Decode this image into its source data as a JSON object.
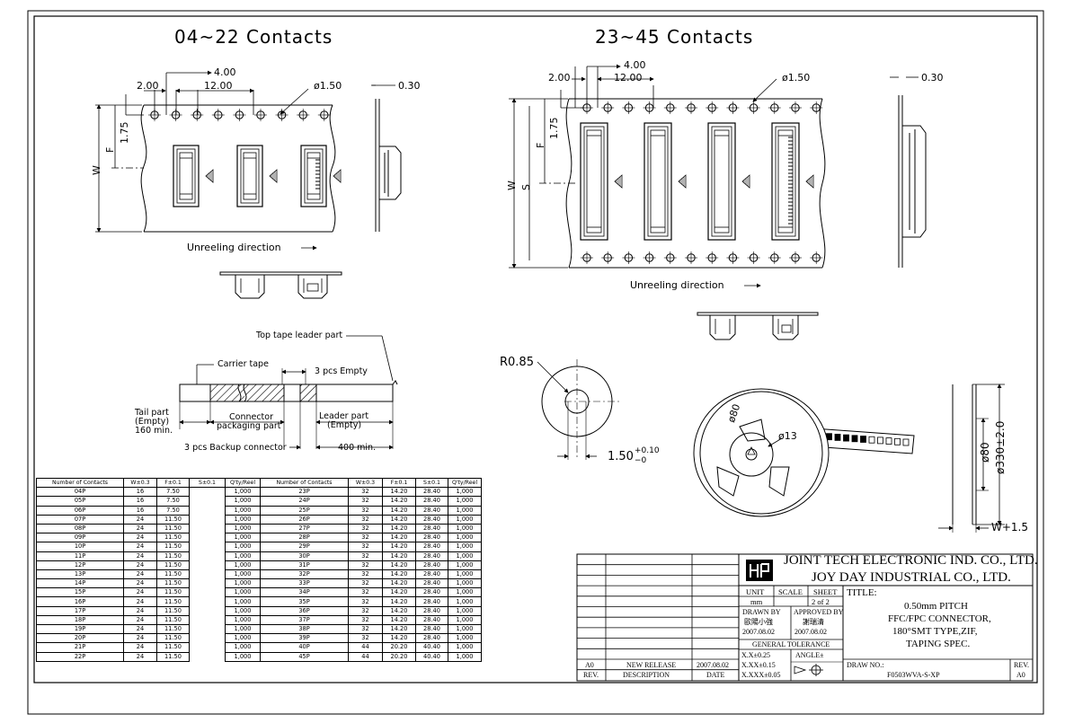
{
  "views": {
    "small": {
      "title": "04~22 Contacts",
      "dim_pitch_feed": "4.00",
      "dim_edge": "2.00",
      "dim_pocket_pitch": "12.00",
      "dim_hole": "ø1.50",
      "dim_thickness": "0.30",
      "dim_f_value": "1.75",
      "label_f": "F",
      "label_w": "W",
      "unreel_label": "Unreeling direction"
    },
    "large": {
      "title": "23~45 Contacts",
      "dim_pitch_feed": "4.00",
      "dim_edge": "2.00",
      "dim_pocket_pitch": "12.00",
      "dim_hole": "ø1.50",
      "dim_thickness": "0.30",
      "dim_f_value": "1.75",
      "label_f": "F",
      "label_w": "W",
      "label_s": "S",
      "unreel_label": "Unreeling direction"
    }
  },
  "leader": {
    "top_tape": "Top tape leader part",
    "carrier_tape": "Carrier tape",
    "empty_3": "3 pcs Empty",
    "tail_1": "Tail part",
    "tail_2": "(Empty)",
    "tail_3": "160 min.",
    "conn_1": "Connector",
    "conn_2": "packaging part",
    "leader_1": "Leader part",
    "leader_2": "(Empty)",
    "backup": "3 pcs Backup connector",
    "min400": "400 min."
  },
  "reel": {
    "hub_radius": "R0.85",
    "hub_dia": "1.50",
    "tol_plus": "+0.10",
    "tol_minus": "−0",
    "dia80": "ø80",
    "dia13": "ø13",
    "side_dia80": "ø80",
    "side_dia330": "ø330±2.0",
    "side_width": "W+1.5"
  },
  "table": {
    "headers": [
      "Number of Contacts",
      "W±0.3",
      "F±0.1",
      "S±0.1",
      "Q'ty/Reel",
      "Number of Contacts",
      "W±0.3",
      "F±0.1",
      "S±0.1",
      "Q'ty/Reel"
    ],
    "rows": [
      [
        "04P",
        "16",
        "7.50",
        "",
        "1,000",
        "23P",
        "32",
        "14.20",
        "28.40",
        "1,000"
      ],
      [
        "05P",
        "16",
        "7.50",
        "",
        "1,000",
        "24P",
        "32",
        "14.20",
        "28.40",
        "1,000"
      ],
      [
        "06P",
        "16",
        "7.50",
        "",
        "1,000",
        "25P",
        "32",
        "14.20",
        "28.40",
        "1,000"
      ],
      [
        "07P",
        "24",
        "11.50",
        "",
        "1,000",
        "26P",
        "32",
        "14.20",
        "28.40",
        "1,000"
      ],
      [
        "08P",
        "24",
        "11.50",
        "",
        "1,000",
        "27P",
        "32",
        "14.20",
        "28.40",
        "1,000"
      ],
      [
        "09P",
        "24",
        "11.50",
        "",
        "1,000",
        "28P",
        "32",
        "14.20",
        "28.40",
        "1,000"
      ],
      [
        "10P",
        "24",
        "11.50",
        "",
        "1,000",
        "29P",
        "32",
        "14.20",
        "28.40",
        "1,000"
      ],
      [
        "11P",
        "24",
        "11.50",
        "",
        "1,000",
        "30P",
        "32",
        "14.20",
        "28.40",
        "1,000"
      ],
      [
        "12P",
        "24",
        "11.50",
        "",
        "1,000",
        "31P",
        "32",
        "14.20",
        "28.40",
        "1,000"
      ],
      [
        "13P",
        "24",
        "11.50",
        "",
        "1,000",
        "32P",
        "32",
        "14.20",
        "28.40",
        "1,000"
      ],
      [
        "14P",
        "24",
        "11.50",
        "",
        "1,000",
        "33P",
        "32",
        "14.20",
        "28.40",
        "1,000"
      ],
      [
        "15P",
        "24",
        "11.50",
        "",
        "1,000",
        "34P",
        "32",
        "14.20",
        "28.40",
        "1,000"
      ],
      [
        "16P",
        "24",
        "11.50",
        "",
        "1,000",
        "35P",
        "32",
        "14.20",
        "28.40",
        "1,000"
      ],
      [
        "17P",
        "24",
        "11.50",
        "",
        "1,000",
        "36P",
        "32",
        "14.20",
        "28.40",
        "1,000"
      ],
      [
        "18P",
        "24",
        "11.50",
        "",
        "1,000",
        "37P",
        "32",
        "14.20",
        "28.40",
        "1,000"
      ],
      [
        "19P",
        "24",
        "11.50",
        "",
        "1,000",
        "38P",
        "32",
        "14.20",
        "28.40",
        "1,000"
      ],
      [
        "20P",
        "24",
        "11.50",
        "",
        "1,000",
        "39P",
        "32",
        "14.20",
        "28.40",
        "1,000"
      ],
      [
        "21P",
        "24",
        "11.50",
        "",
        "1,000",
        "40P",
        "44",
        "20.20",
        "40.40",
        "1,000"
      ],
      [
        "22P",
        "24",
        "11.50",
        "",
        "1,000",
        "45P",
        "44",
        "20.20",
        "40.40",
        "1,000"
      ]
    ]
  },
  "title_block": {
    "company_1": "JOINT TECH ELECTRONIC IND. CO., LTD.",
    "company_2": "JOY DAY INDUSTRIAL CO., LTD.",
    "unit_label": "UNIT",
    "unit_value": "mm",
    "scale_label": "SCALE",
    "sheet_label": "SHEET",
    "sheet_value": "2 of 2",
    "drawn_label": "DRAWN BY",
    "drawn_name": "歐陽小強",
    "drawn_date": "2007.08.02",
    "approved_label": "APPROVED BY",
    "approved_name": "謝瑞清",
    "approved_date": "2007.08.02",
    "tolerance_label": "GENERAL TOLERANCE",
    "tol_1": "X.X±0.25",
    "tol_2": "X.XX±0.15",
    "tol_3": "X.XXX±0.05",
    "angle_label": "ANGLE±",
    "title_label": "TITLE:",
    "title_1": "0.50mm PITCH",
    "title_2": "FFC/FPC CONNECTOR,",
    "title_3": "180°SMT TYPE,ZIF,",
    "title_4": "TAPING SPEC.",
    "drawno_label": "DRAW NO.:",
    "drawno_value": "F0503WVA-S-XP",
    "rev_label": "REV.",
    "rev_value": "A0",
    "rev_row_rev": "A0",
    "rev_row_desc": "NEW RELEASE",
    "rev_row_date": "2007.08.02",
    "hdr_rev": "REV.",
    "hdr_desc": "DESCRIPTION",
    "hdr_date": "DATE"
  }
}
